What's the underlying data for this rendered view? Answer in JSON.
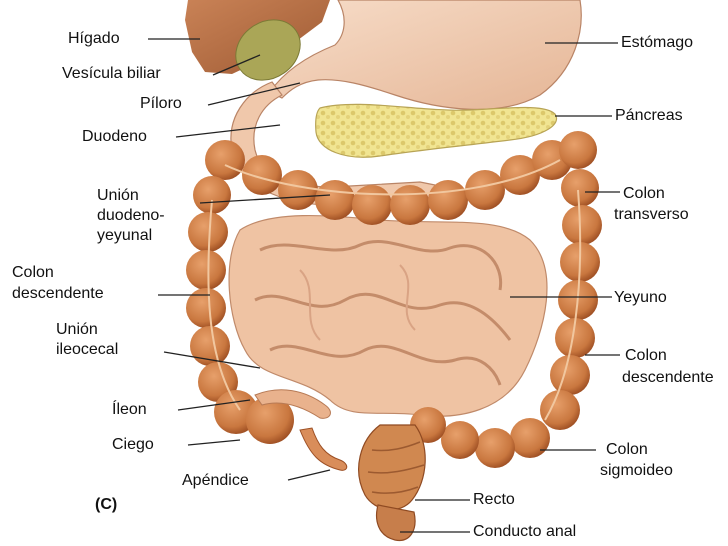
{
  "labels": {
    "higado": "Hígado",
    "vesicula": "Vesícula biliar",
    "piloro": "Píloro",
    "duodeno": "Duodeno",
    "union_dy": [
      "Unión",
      "duodeno-",
      "yeyunal"
    ],
    "colon_desc_left": [
      "Colon",
      "descendente"
    ],
    "union_ileocecal": [
      "Unión",
      "ileocecal"
    ],
    "ileon": "Íleon",
    "ciego": "Ciego",
    "apendice": "Apéndice",
    "figure_letter": "(C)",
    "estomago": "Estómago",
    "pancreas": "Páncreas",
    "colon_transverso": [
      "Colon",
      "transverso"
    ],
    "yeyuno": "Yeyuno",
    "colon_desc_right": [
      "Colon",
      "descendente"
    ],
    "colon_sigmoideo": [
      "Colon",
      "sigmoideo"
    ],
    "recto": "Recto",
    "conducto_anal": "Conducto anal"
  },
  "colors": {
    "liver": "#b36a3f",
    "gallbladder": "#a7a650",
    "stomach": "#f2cdb4",
    "pancreas": "#ecdf86",
    "colon": "#cf7f4a",
    "colon_dark": "#9c4f24",
    "small_intestine": "#f0c4a6",
    "leader": "#222222"
  }
}
